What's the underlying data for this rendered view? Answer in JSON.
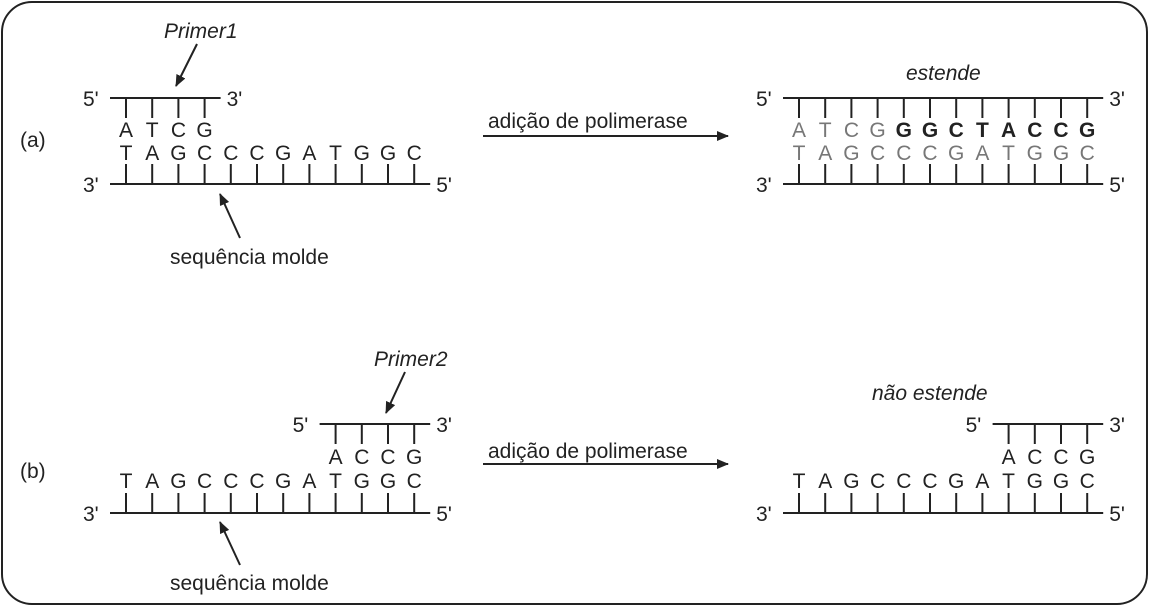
{
  "panel_a": {
    "label": "(a)",
    "primer_label": "Primer1",
    "template_label": "sequência molde",
    "primer": [
      "A",
      "T",
      "C",
      "G"
    ],
    "template": [
      "T",
      "A",
      "G",
      "C",
      "C",
      "C",
      "G",
      "A",
      "T",
      "G",
      "G",
      "C"
    ],
    "arrow_label": "adição de polimerase",
    "result_label": "estende",
    "result_top": [
      "A",
      "T",
      "C",
      "G",
      "G",
      "G",
      "C",
      "T",
      "A",
      "C",
      "C",
      "G"
    ],
    "result_top_new_from": 4,
    "result_bottom": [
      "T",
      "A",
      "G",
      "C",
      "C",
      "C",
      "G",
      "A",
      "T",
      "G",
      "G",
      "C"
    ],
    "end5": "5'",
    "end3": "3'"
  },
  "panel_b": {
    "label": "(b)",
    "primer_label": "Primer2",
    "template_label": "sequência molde",
    "primer": [
      "A",
      "C",
      "C",
      "G"
    ],
    "template": [
      "T",
      "A",
      "G",
      "C",
      "C",
      "C",
      "G",
      "A",
      "T",
      "G",
      "G",
      "C"
    ],
    "arrow_label": "adição de polimerase",
    "result_label": "não estende",
    "end5": "5'",
    "end3": "3'"
  },
  "colors": {
    "ink": "#222222",
    "faded": "#777777",
    "border": "#222222"
  }
}
